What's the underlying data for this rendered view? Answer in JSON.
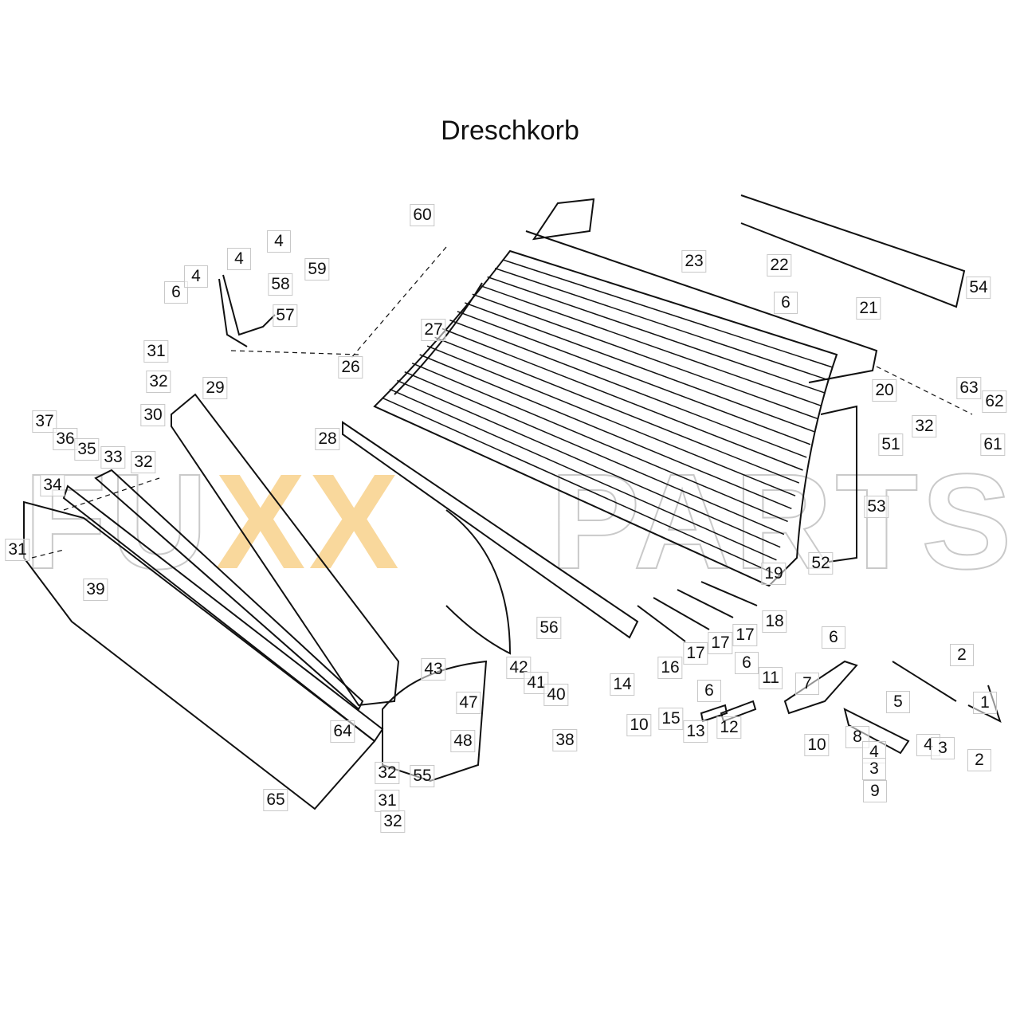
{
  "title": "Dreschkorb",
  "watermark": {
    "left": "FU",
    "middle": "XX",
    "right": "PARTS"
  },
  "callouts": [
    "60",
    "59",
    "4",
    "58",
    "4",
    "57",
    "6",
    "4",
    "27",
    "26",
    "23",
    "22",
    "6",
    "21",
    "54",
    "31",
    "32",
    "29",
    "30",
    "37",
    "36",
    "35",
    "33",
    "32",
    "34",
    "28",
    "20",
    "63",
    "62",
    "32",
    "51",
    "61",
    "53",
    "31",
    "39",
    "52",
    "19",
    "18",
    "56",
    "17",
    "17",
    "17",
    "16",
    "43",
    "42",
    "41",
    "40",
    "14",
    "6",
    "6",
    "11",
    "7",
    "6",
    "2",
    "1",
    "5",
    "47",
    "10",
    "15",
    "13",
    "12",
    "10",
    "8",
    "4",
    "3",
    "2",
    "4",
    "3",
    "9",
    "38",
    "64",
    "48",
    "32",
    "55",
    "65",
    "31",
    "32"
  ]
}
